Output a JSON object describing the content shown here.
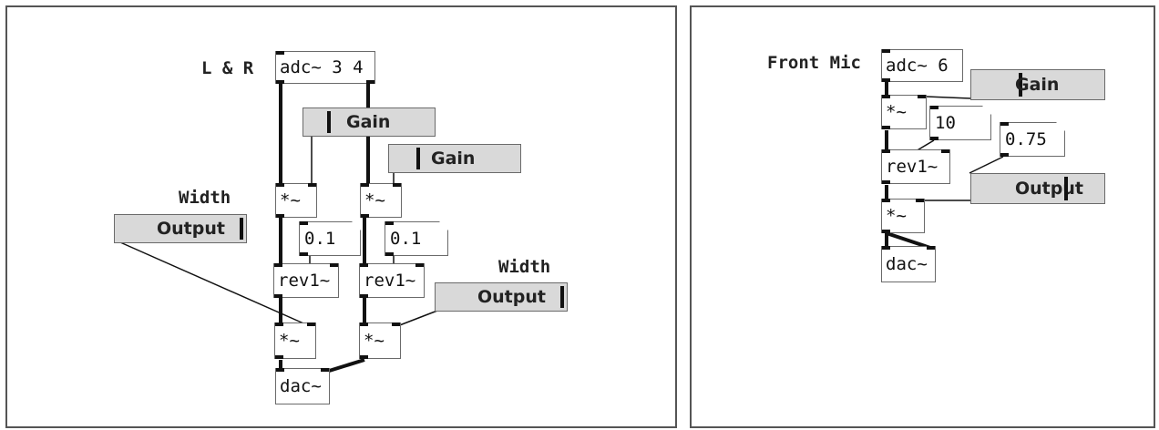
{
  "left_patch": {
    "comment_lr": "L & R",
    "comment_width_a": "Width",
    "comment_width_b": "Width",
    "adc": "adc~ 3 4",
    "gain_1": {
      "label": "Gain",
      "value_fraction": 0.2
    },
    "gain_2": {
      "label": "Gain",
      "value_fraction": 0.2
    },
    "output_1": {
      "label": "Output",
      "value_fraction": 1.0
    },
    "output_2": {
      "label": "Output",
      "value_fraction": 1.0
    },
    "mult_1": "*~",
    "mult_2": "*~",
    "msg_1": "0.1",
    "msg_2": "0.1",
    "rev_1": "rev1~",
    "rev_2": "rev1~",
    "mult_3": "*~",
    "mult_4": "*~",
    "dac": "dac~"
  },
  "right_patch": {
    "comment_front": "Front Mic",
    "adc": "adc~ 6",
    "gain": {
      "label": "Gain",
      "value_fraction": 0.38
    },
    "mult_1": "*~",
    "msg_10": "10",
    "msg_075": "0.75",
    "rev": "rev1~",
    "output": {
      "label": "Output",
      "value_fraction": 0.72
    },
    "mult_2": "*~",
    "dac": "dac~"
  },
  "colors": {
    "background": "#ffffff",
    "slider_fill": "#d9d9d9",
    "wire": "#111111",
    "border": "#555555"
  }
}
